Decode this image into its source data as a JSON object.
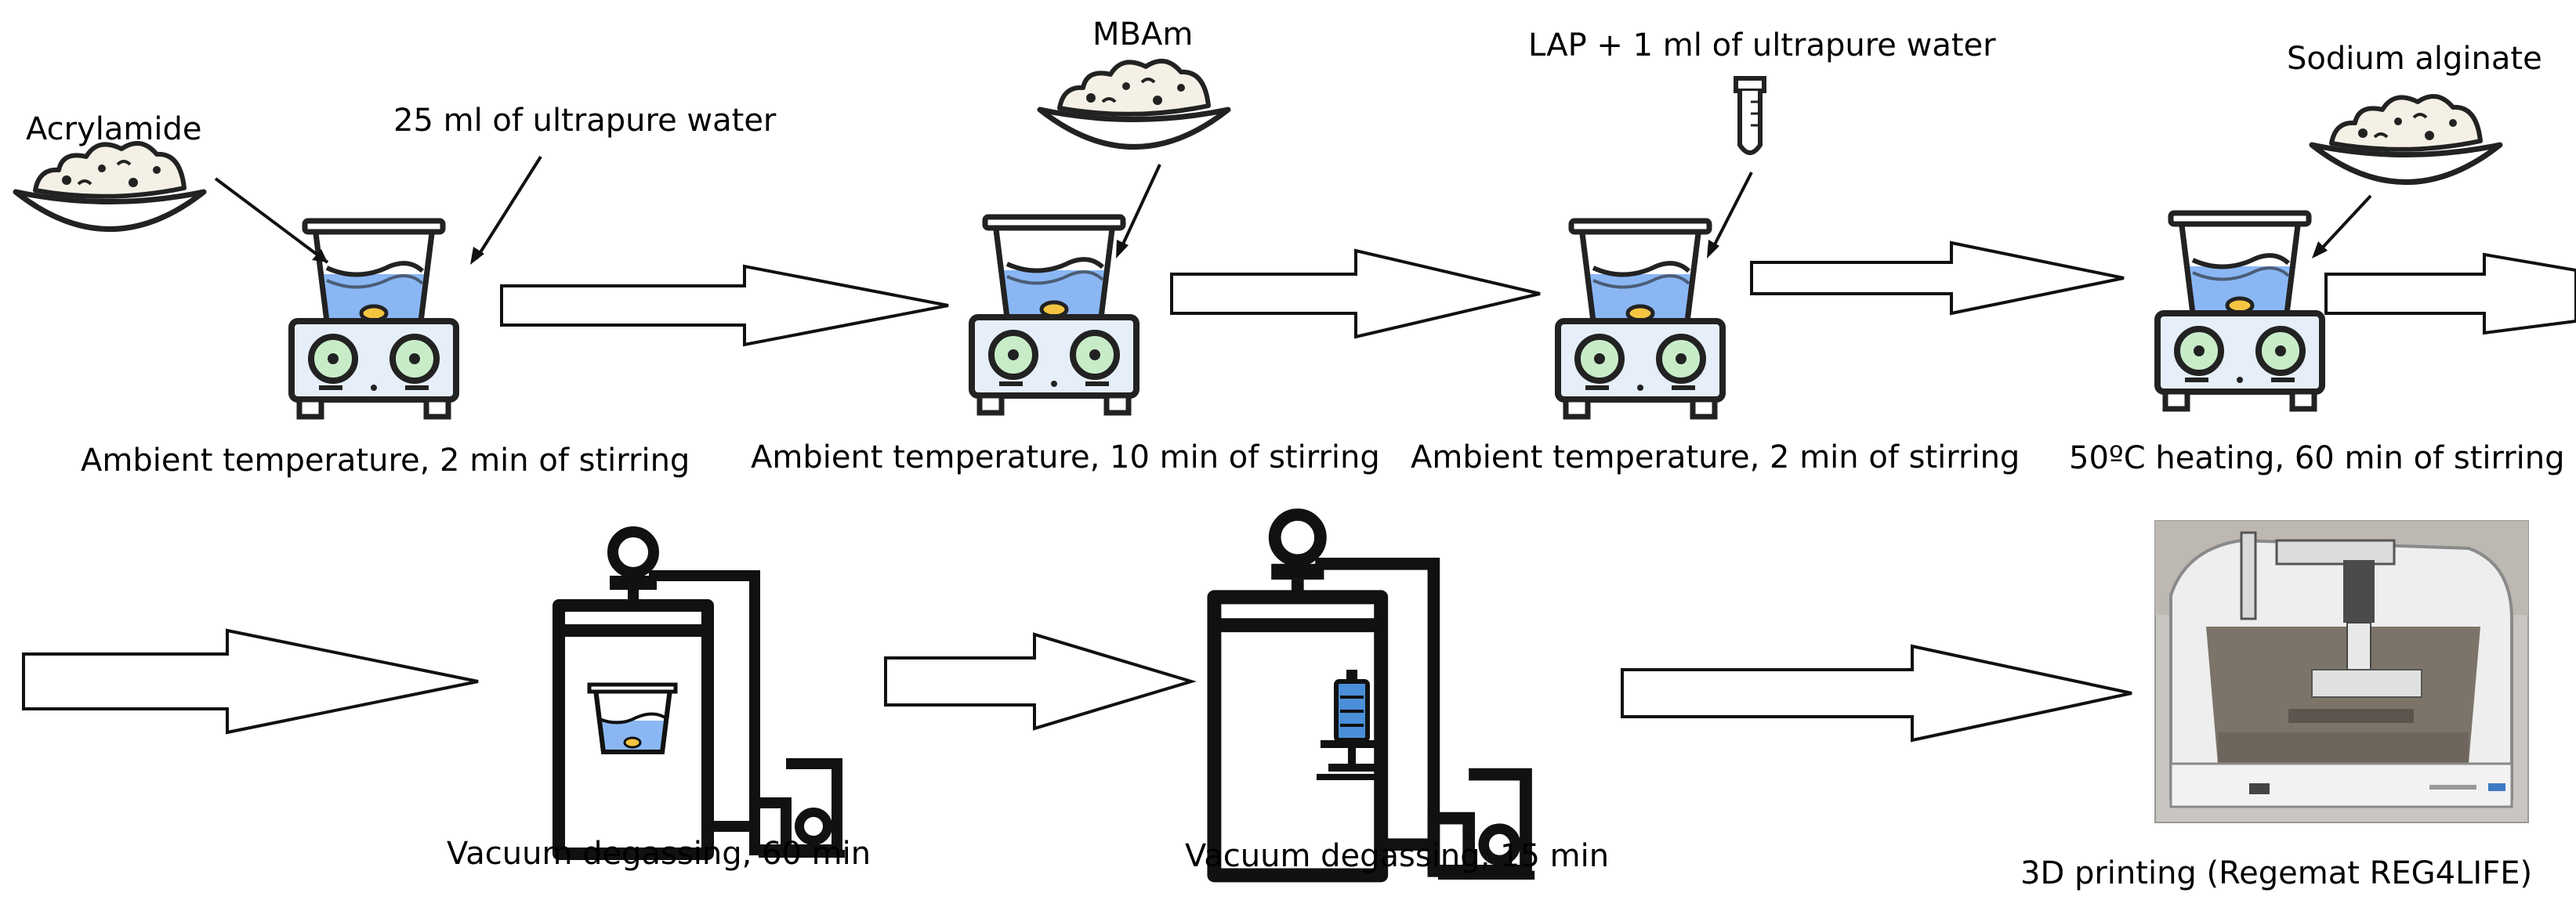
{
  "inputs": {
    "acrylamide": "Acrylamide",
    "water": "25 ml of ultrapure water",
    "mbam": "MBAm",
    "lap": "LAP + 1 ml of ultrapure water",
    "alginate": "Sodium alginate"
  },
  "steps": {
    "step1": "Ambient temperature, 2 min of stirring",
    "step2": "Ambient temperature, 10 min of stirring",
    "step3": "Ambient temperature, 2 min of stirring",
    "step4": "50ºC heating, 60 min of stirring",
    "step5": "Vacuum degassing, 60 min",
    "step6": "Vacuum degassing, 15 min",
    "step7": "3D printing (Regemat REG4LIFE)"
  },
  "colors": {
    "liquid": "#8ab7f4",
    "stirrer_base": "#e6eef9",
    "knob": "#c8ecc8",
    "stir_bar": "#f5c542",
    "powder": "#f4f0e6",
    "outline": "#222222"
  },
  "icons": {
    "stirrer": "magnetic-stirrer-icon",
    "powder": "powder-dish-icon",
    "tube": "test-tube-icon",
    "vacuum": "vacuum-chamber-icon",
    "syringe": "syringe-icon",
    "printer": "bioprinter-photo"
  }
}
